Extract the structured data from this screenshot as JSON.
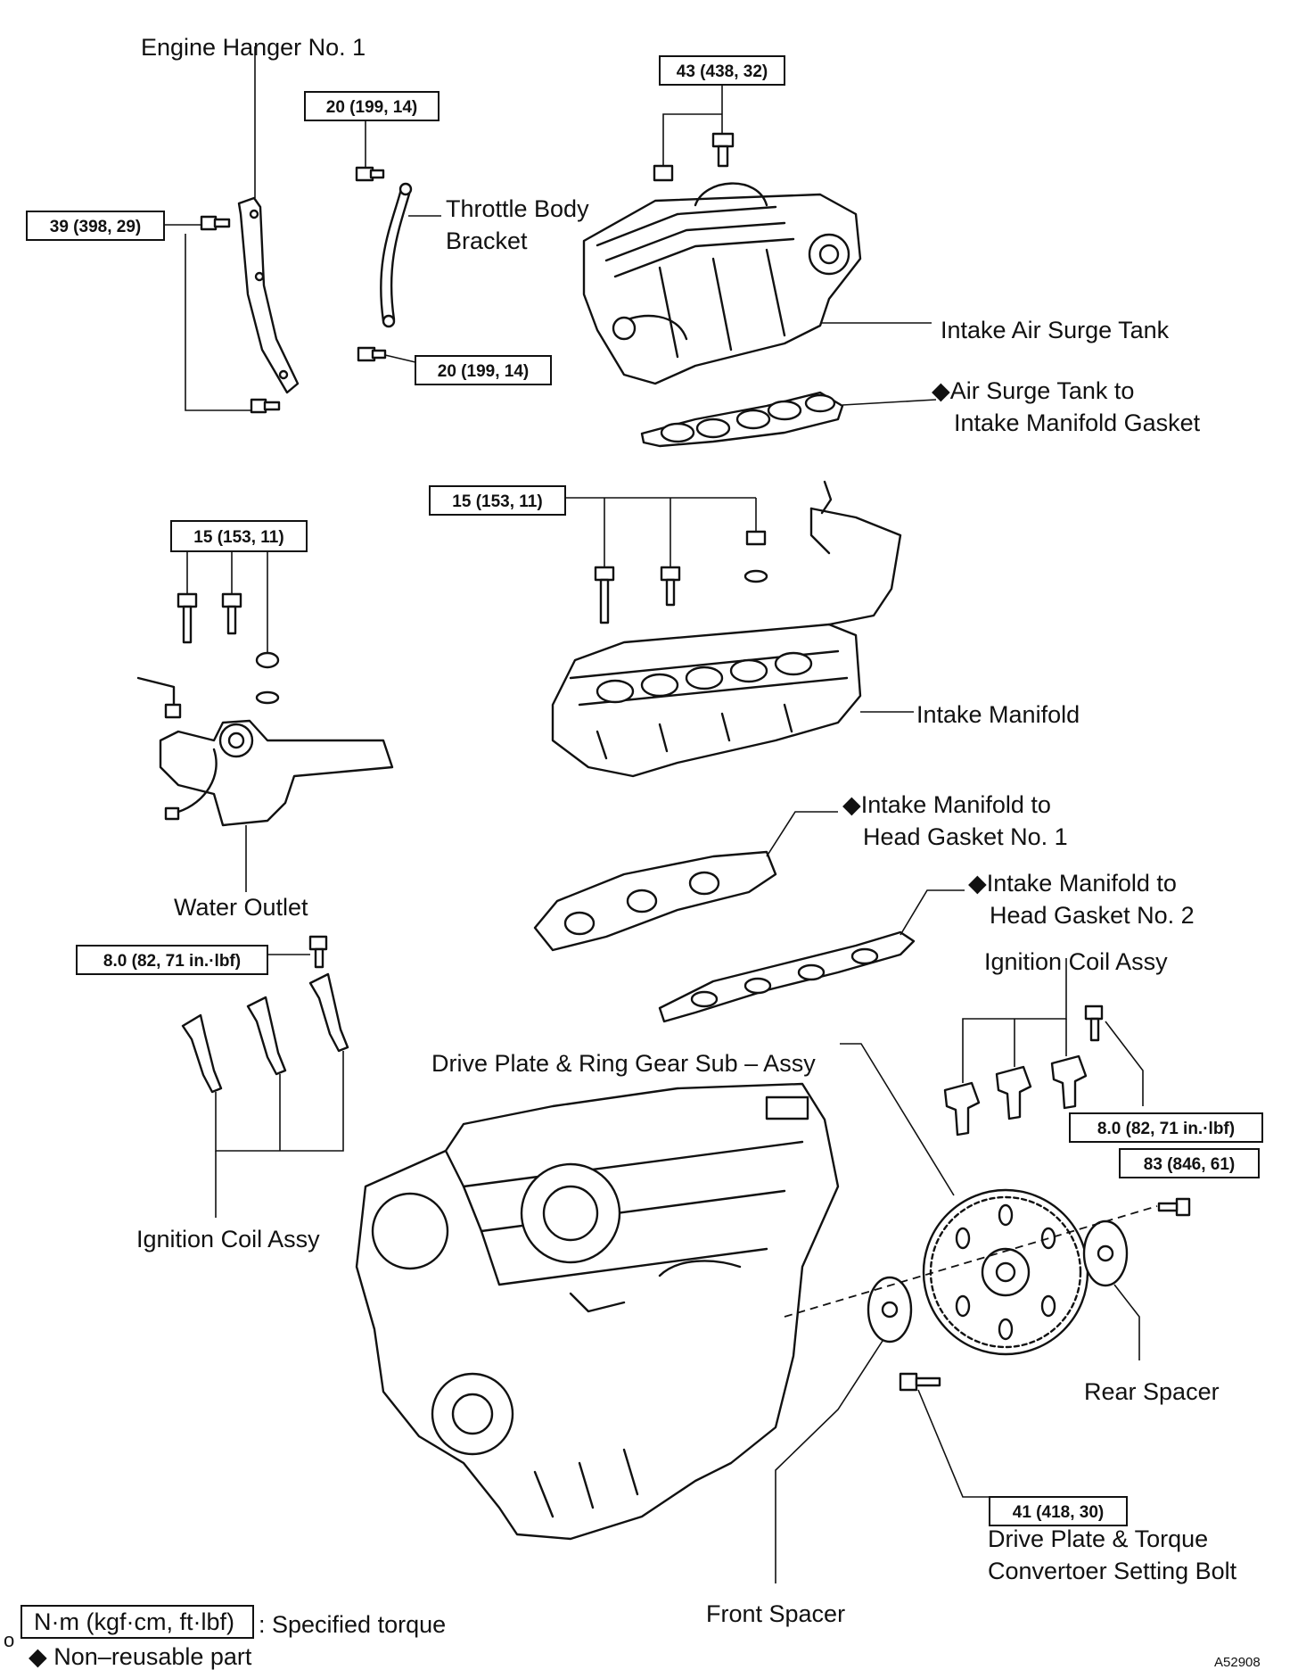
{
  "diagram": {
    "labels": {
      "engine_hanger": "Engine Hanger No. 1",
      "throttle_bracket_1": "Throttle Body",
      "throttle_bracket_2": "Bracket",
      "intake_air_surge_tank": "Intake Air Surge Tank",
      "surge_gasket_1": "◆Air Surge Tank to",
      "surge_gasket_2": "Intake Manifold Gasket",
      "intake_manifold": "Intake Manifold",
      "water_outlet": "Water Outlet",
      "head_gasket1_1": "◆Intake Manifold to",
      "head_gasket1_2": "Head Gasket No. 1",
      "head_gasket2_1": "◆Intake Manifold to",
      "head_gasket2_2": "Head Gasket No. 2",
      "ignition_coil_right": "Ignition Coil Assy",
      "drive_plate": "Drive Plate & Ring Gear Sub – Assy",
      "ignition_coil_left": "Ignition Coil Assy",
      "rear_spacer": "Rear Spacer",
      "drive_plate_bolt_1": "Drive Plate & Torque",
      "drive_plate_bolt_2": "Convertoer Setting Bolt",
      "front_spacer": "Front Spacer"
    },
    "torques": {
      "surge_tank": "43 (438, 32)",
      "bracket_top": "20 (199, 14)",
      "hanger": "39 (398, 29)",
      "bracket_bottom": "20 (199, 14)",
      "manifold": "15 (153, 11)",
      "water_outlet": "15 (153, 11)",
      "coil_left": "8.0 (82, 71 in.·lbf)",
      "coil_right": "8.0 (82, 71 in.·lbf)",
      "rear_bolt": "83 (846, 61)",
      "drive_plate_bolt": "41 (418, 30)"
    },
    "legend": {
      "torque_unit": "N·m (kgf·cm, ft·lbf)",
      "torque_desc": ": Specified torque",
      "nonreusable": "◆ Non–reusable part",
      "corner_mark": "o"
    },
    "figure_code": "A52908"
  }
}
